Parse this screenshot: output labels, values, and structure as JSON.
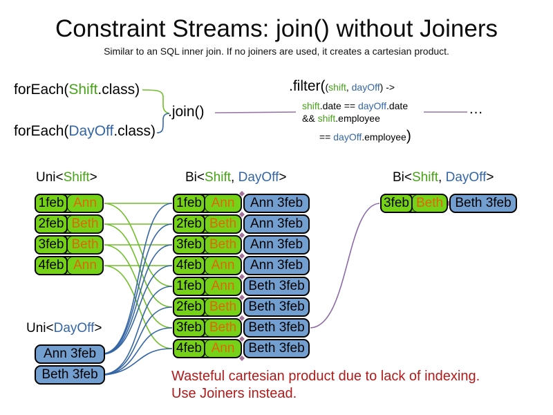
{
  "title": "Constraint Streams: join() without Joiners",
  "subtitle": "Similar to an SQL inner join. If no joiners are used, it creates a cartesian product.",
  "code": {
    "foreach_shift": {
      "pre": "forEach(",
      "cls": "Shift",
      "post": ".class)"
    },
    "foreach_dayoff": {
      "pre": "forEach(",
      "cls": "DayOff",
      "post": ".class)"
    },
    "join": ".join()",
    "ellipsis": "…",
    "filter": {
      "head": ".filter(",
      "head_paren": "(",
      "arg1": "shift",
      "comma": ", ",
      "arg2": "dayOff",
      "arrow": ") ->",
      "l2_s": "shift",
      "l2_m": ".date == ",
      "l2_d": "dayOff",
      "l2_e": ".date",
      "l3_a": "&& ",
      "l3_s": "shift",
      "l3_e": ".employee",
      "l4_a": "== ",
      "l4_d": "dayOff",
      "l4_e": ".employee",
      "l4_close": ")"
    }
  },
  "labels": {
    "uni_shift": {
      "p1": "Uni<",
      "shift": "Shift",
      "p2": ">"
    },
    "bi": {
      "p1": "Bi<",
      "shift": "Shift",
      "comma": ", ",
      "dayoff": "DayOff",
      "p2": ">"
    },
    "uni_dayoff": {
      "p1": "Uni<",
      "dayoff": "DayOff",
      "p2": ">"
    }
  },
  "tables": {
    "uni_shift": [
      {
        "date": "1feb",
        "name": "Ann"
      },
      {
        "date": "2feb",
        "name": "Beth"
      },
      {
        "date": "3feb",
        "name": "Beth"
      },
      {
        "date": "4feb",
        "name": "Ann"
      }
    ],
    "bi": [
      {
        "date": "1feb",
        "name": "Ann",
        "pair": "Ann 3feb"
      },
      {
        "date": "2feb",
        "name": "Beth",
        "pair": "Ann 3feb"
      },
      {
        "date": "3feb",
        "name": "Beth",
        "pair": "Ann 3feb"
      },
      {
        "date": "4feb",
        "name": "Ann",
        "pair": "Ann 3feb"
      },
      {
        "date": "1feb",
        "name": "Ann",
        "pair": "Beth 3feb"
      },
      {
        "date": "2feb",
        "name": "Beth",
        "pair": "Beth 3feb"
      },
      {
        "date": "3feb",
        "name": "Beth",
        "pair": "Beth 3feb"
      },
      {
        "date": "4feb",
        "name": "Ann",
        "pair": "Beth 3feb"
      }
    ],
    "bi_result": [
      {
        "date": "3feb",
        "name": "Beth",
        "pair": "Beth 3feb"
      }
    ],
    "uni_dayoff": [
      {
        "label": "Ann 3feb"
      },
      {
        "label": "Beth 3feb"
      }
    ]
  },
  "warning": {
    "line1": "Wasteful cartesian product due to lack of indexing.",
    "line2": "Use Joiners instead."
  },
  "colors": {
    "shift_green_text": "#47a317",
    "dayoff_blue_text": "#3465a4",
    "employee_orange_text": "#e0660a",
    "box_green": "#76d219",
    "box_blue": "#729fcf",
    "line_green": "#6fbe28",
    "line_blue": "#3465a4",
    "line_purple": "#9673a6",
    "diamond_purple": "#a5709b",
    "warning_red": "#b11a1a"
  }
}
